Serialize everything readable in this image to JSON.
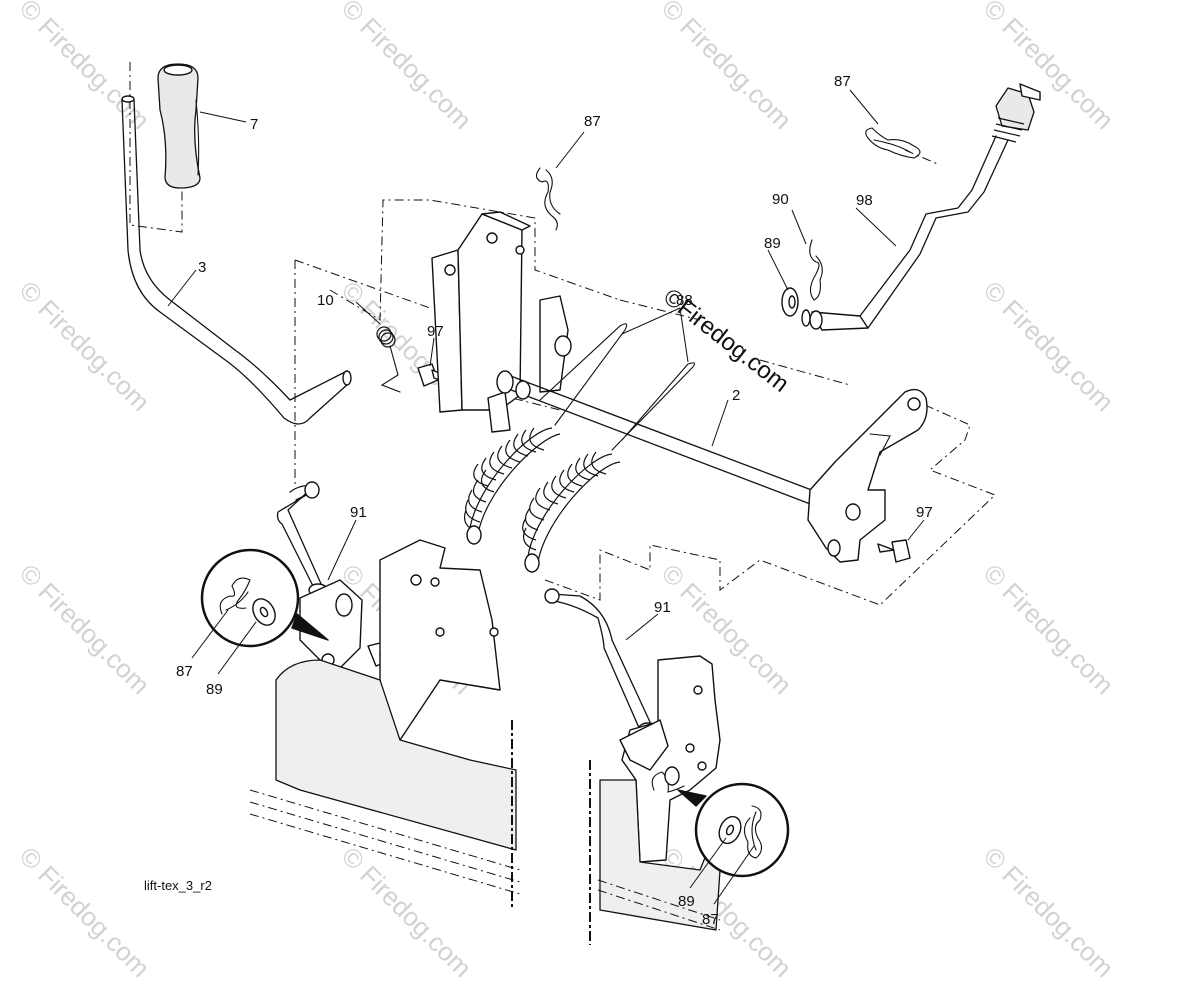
{
  "diagram": {
    "code": "lift-tex_3_r2",
    "watermark": "© Firedog.com",
    "center_watermark": "©Firedog.com",
    "callouts": {
      "c7": "7",
      "c3": "3",
      "c10": "10",
      "c97a": "97",
      "c87top": "87",
      "c88": "88",
      "c2": "2",
      "c87right": "87",
      "c90": "90",
      "c98": "98",
      "c89right": "89",
      "c97b": "97",
      "c91left": "91",
      "c87left": "87",
      "c89left": "89",
      "c91right": "91",
      "c89bottom": "89",
      "c87bottom": "87"
    }
  }
}
